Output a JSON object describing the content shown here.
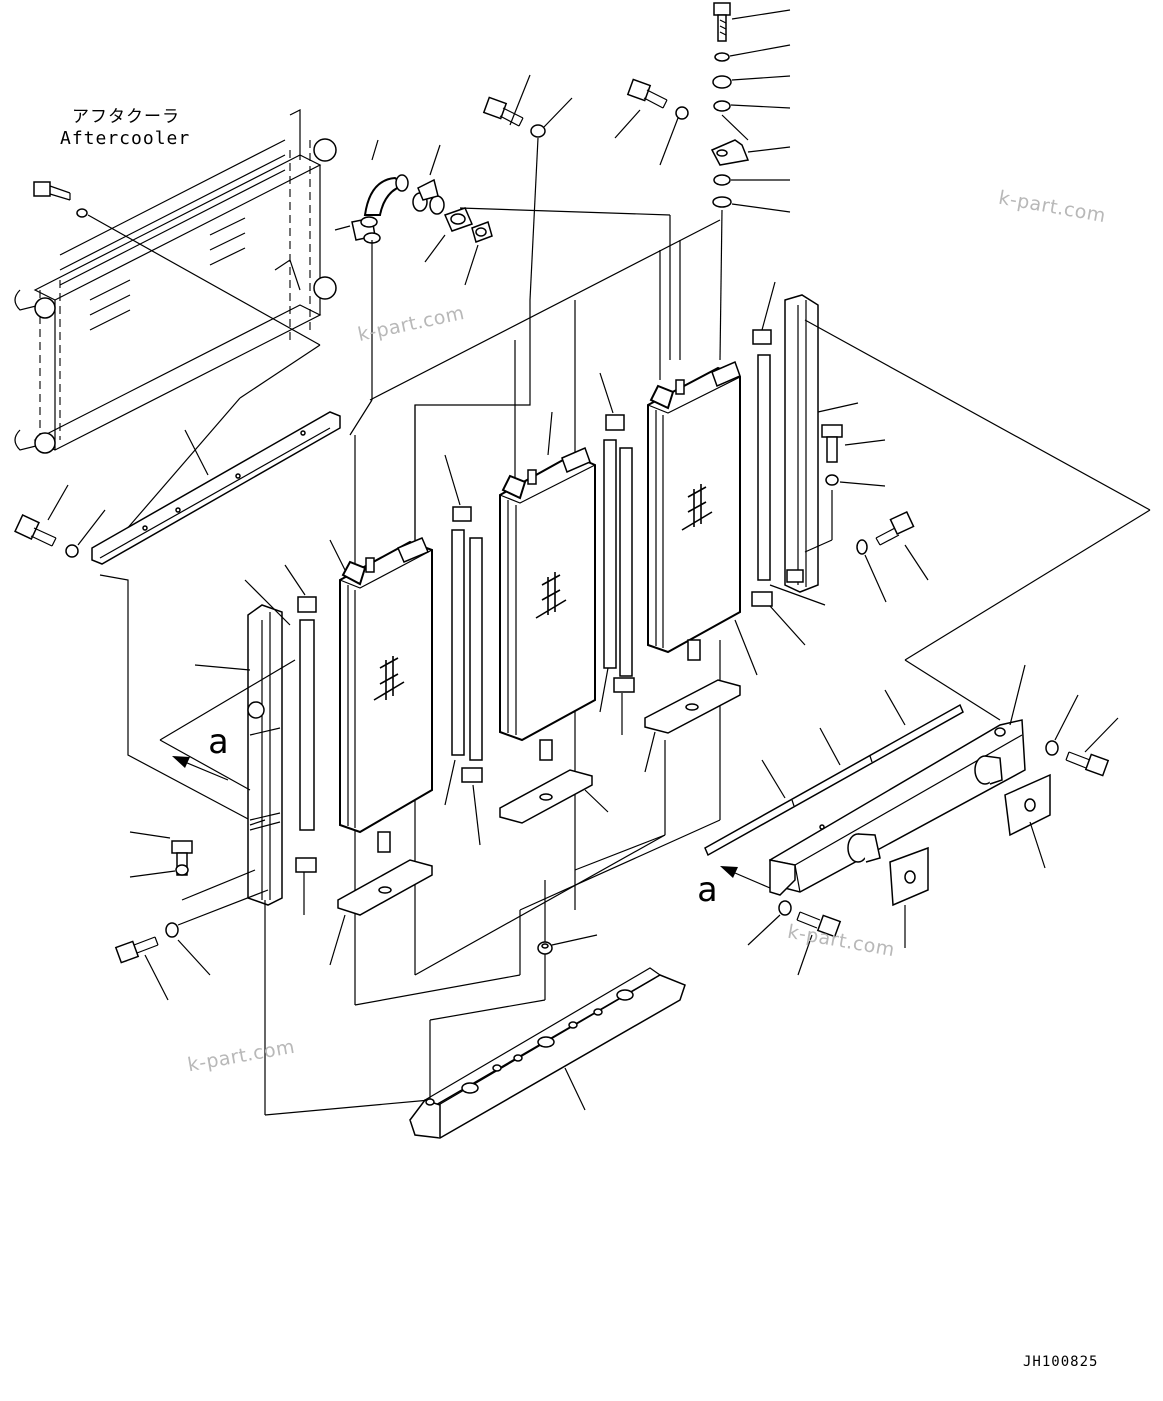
{
  "labels": {
    "aftercooler_jp": "アフタクーラ",
    "aftercooler_en": "Aftercooler",
    "view_marker_left": "a",
    "view_marker_right": "a",
    "drawing_number": "JH100825"
  },
  "watermarks": [
    "k-part.com",
    "k-part.com",
    "k-part.com",
    "k-part.com"
  ]
}
